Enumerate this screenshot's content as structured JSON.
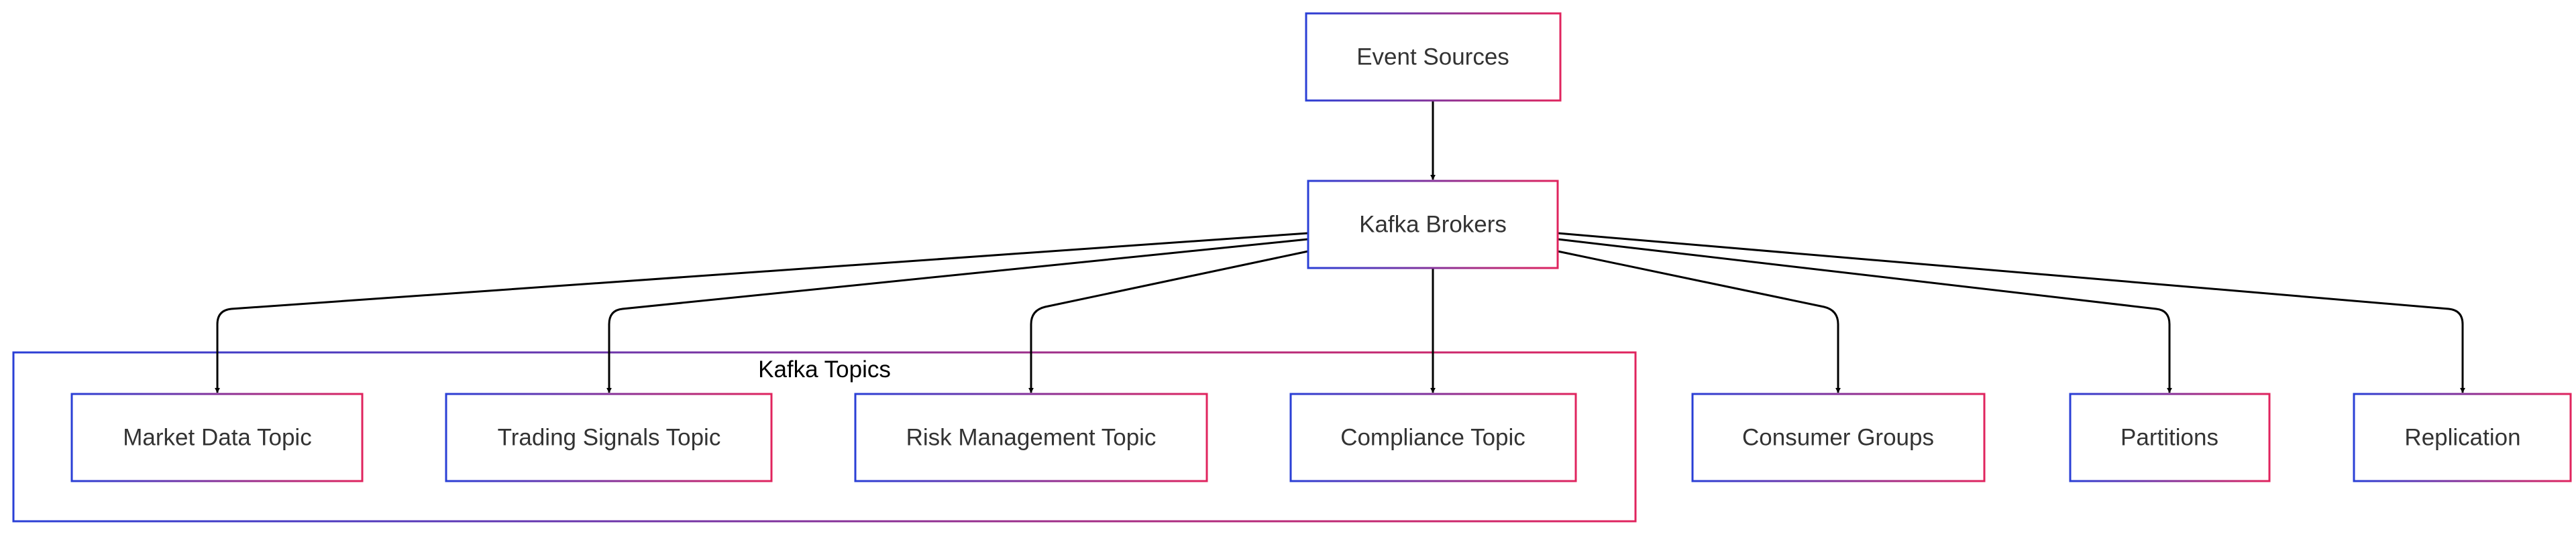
{
  "diagram": {
    "border_gradient": {
      "start": "#2a3fd6",
      "end": "#e0245e"
    },
    "edge_color": "#000000",
    "cluster": {
      "label": "Kafka Topics"
    },
    "nodes": {
      "event_sources": "Event Sources",
      "kafka_brokers": "Kafka Brokers",
      "market_data_topic": "Market Data Topic",
      "trading_signals_topic": "Trading Signals Topic",
      "risk_management_topic": "Risk Management Topic",
      "compliance_topic": "Compliance Topic",
      "consumer_groups": "Consumer Groups",
      "partitions": "Partitions",
      "replication": "Replication"
    },
    "edges": [
      {
        "from": "event_sources",
        "to": "kafka_brokers"
      },
      {
        "from": "kafka_brokers",
        "to": "market_data_topic"
      },
      {
        "from": "kafka_brokers",
        "to": "trading_signals_topic"
      },
      {
        "from": "kafka_brokers",
        "to": "risk_management_topic"
      },
      {
        "from": "kafka_brokers",
        "to": "compliance_topic"
      },
      {
        "from": "kafka_brokers",
        "to": "consumer_groups"
      },
      {
        "from": "kafka_brokers",
        "to": "partitions"
      },
      {
        "from": "kafka_brokers",
        "to": "replication"
      }
    ]
  }
}
